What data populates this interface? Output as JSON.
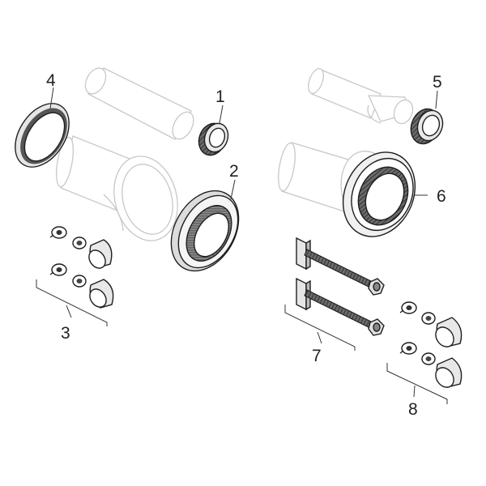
{
  "diagram": {
    "labels": {
      "p1": "1",
      "p2": "2",
      "p3": "3",
      "p4": "4",
      "p5": "5",
      "p6": "6",
      "p7": "7",
      "p8": "8"
    },
    "colors": {
      "background": "#ffffff",
      "ghost_outline": "#c8c8c8",
      "part_outline": "#1e1e1e",
      "part_fill_dark": "#555555",
      "part_fill_light": "#e6e6e6"
    }
  }
}
